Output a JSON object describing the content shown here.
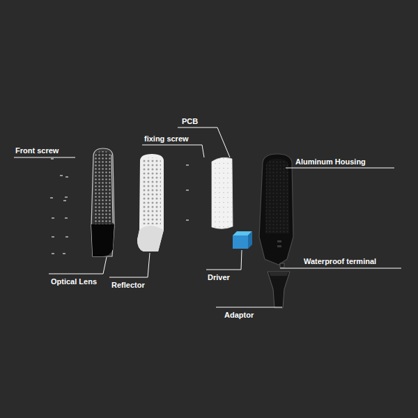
{
  "diagram": {
    "labels": [
      "Front screw",
      "fixing screw",
      "PCB",
      "Aluminum Housing",
      "Optical Lens",
      "Reflector",
      "Driver",
      "Waterproof terminal",
      "Adaptor"
    ]
  }
}
